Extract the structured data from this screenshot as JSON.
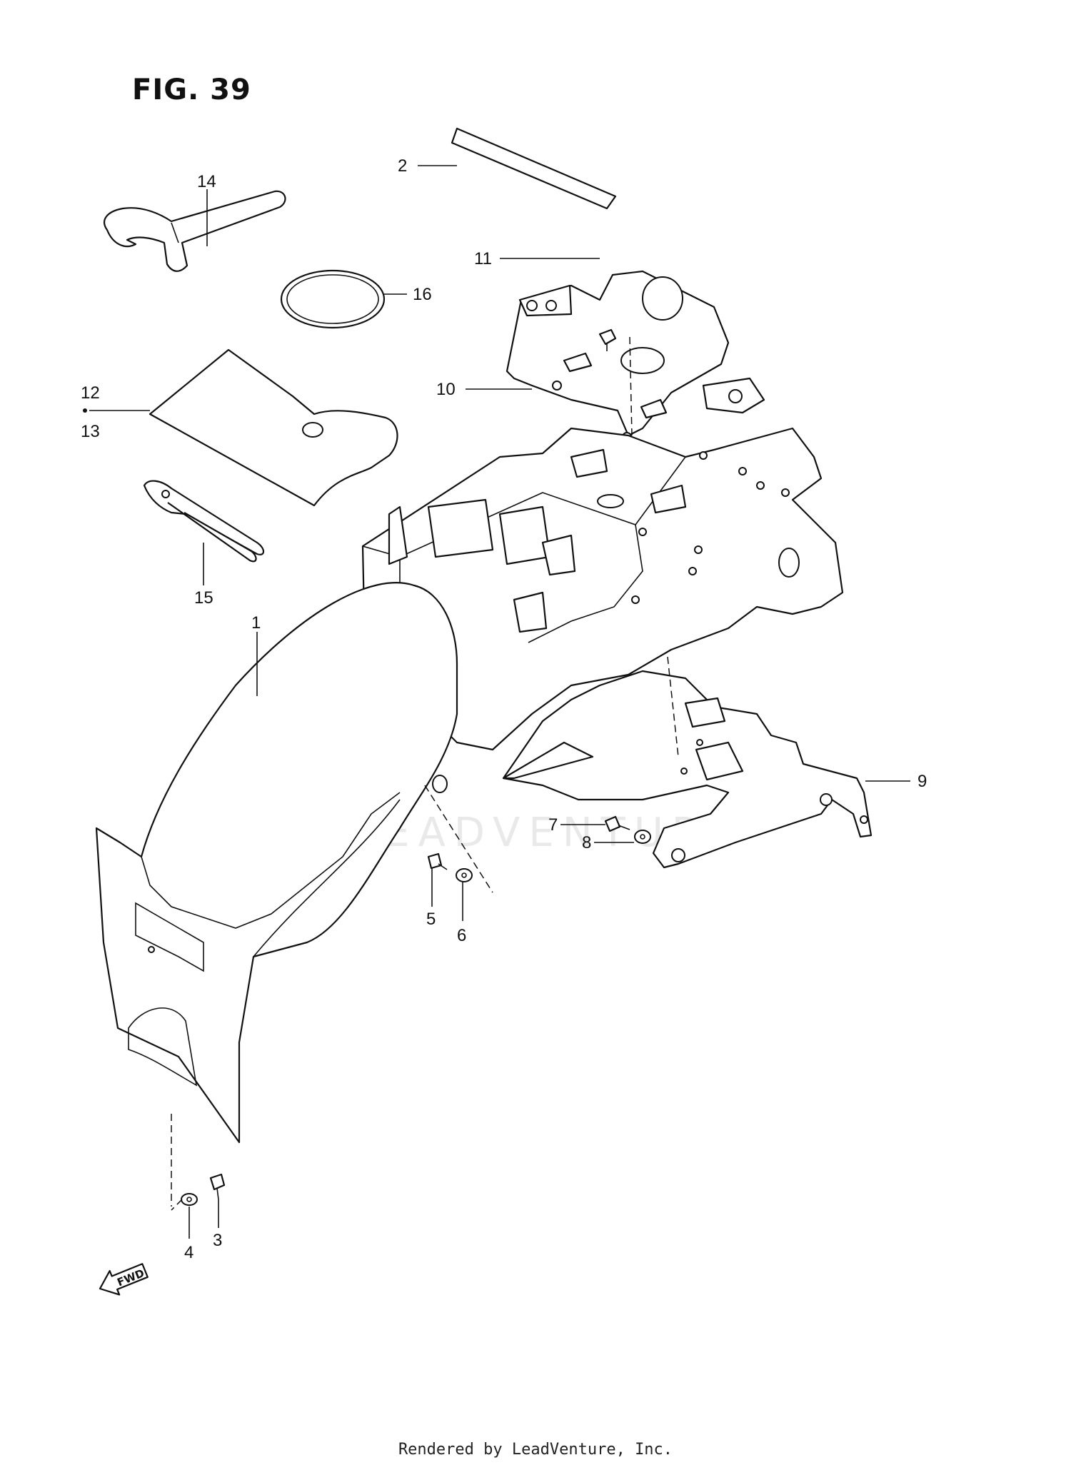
{
  "figure": {
    "title": "FIG. 39"
  },
  "watermark": "LEADVENTURE",
  "footer": "Rendered by LeadVenture, Inc.",
  "direction_marker": "FWD",
  "callouts": {
    "c1": "1",
    "c2": "2",
    "c3": "3",
    "c4": "4",
    "c5": "5",
    "c6": "6",
    "c7": "7",
    "c8": "8",
    "c9": "9",
    "c10": "10",
    "c11": "11",
    "c12": "12",
    "c13": "13",
    "c14": "14",
    "c15": "15",
    "c16": "16"
  }
}
